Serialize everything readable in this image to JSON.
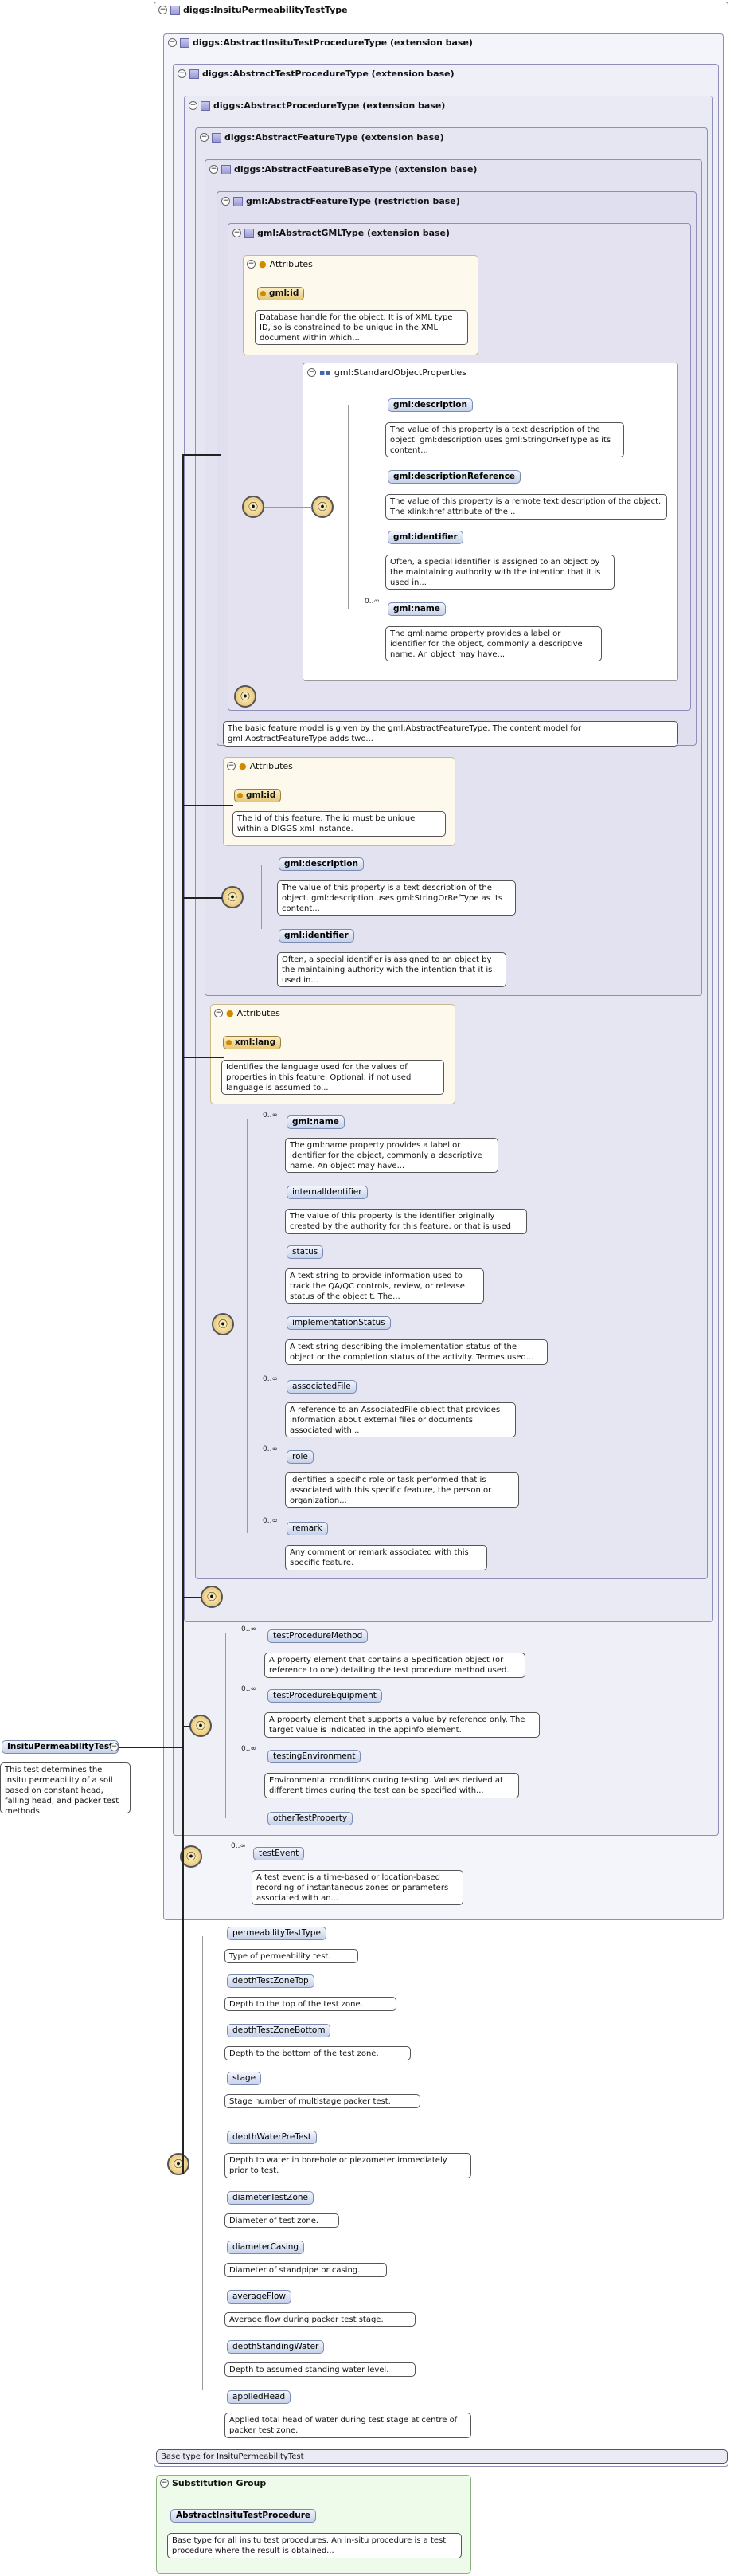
{
  "root": {
    "title": "diggs:InsituPermeabilityTestType"
  },
  "boxes": {
    "b1": "diggs:AbstractInsituTestProcedureType (extension base)",
    "b2": "diggs:AbstractTestProcedureType (extension base)",
    "b3": "diggs:AbstractProcedureType (extension base)",
    "b4": "diggs:AbstractFeatureType (extension base)",
    "b5": "diggs:AbstractFeatureBaseType (extension base)",
    "b6": "gml:AbstractFeatureType (restriction base)",
    "b7": "gml:AbstractGMLType (extension base)",
    "sop": "gml:StandardObjectProperties"
  },
  "labels": {
    "attributes": "Attributes",
    "subst": "Substitution Group",
    "many": "0..∞"
  },
  "gmlType": {
    "id": {
      "name": "gml:id",
      "doc": "Database handle for the object. It is of XML type ID, so is constrained to be unique in the XML document within which..."
    },
    "items": [
      {
        "name": "gml:description",
        "doc": "The value of this property is a text description of the object. gml:description uses gml:StringOrRefType as its content..."
      },
      {
        "name": "gml:descriptionReference",
        "doc": "The value of this property is a remote text description of the object. The xlink:href attribute of the..."
      },
      {
        "name": "gml:identifier",
        "doc": "Often, a special identifier is assigned to an object by the maintaining authority with the intention that it is used in..."
      },
      {
        "name": "gml:name",
        "doc": "The gml:name property provides a label or identifier for the object, commonly a descriptive name. An object may have..."
      }
    ]
  },
  "gmlFeatureDoc": "The basic feature model is given by the gml:AbstractFeatureType. The content model for gml:AbstractFeatureType adds two...",
  "featureBase": {
    "id": {
      "name": "gml:id",
      "doc": "The id of this feature. The id must be unique within a DIGGS xml instance."
    },
    "items": [
      {
        "name": "gml:description",
        "doc": "The value of this property is a text description of the object. gml:description uses gml:StringOrRefType as its content..."
      },
      {
        "name": "gml:identifier",
        "doc": "Often, a special identifier is assigned to an object by the maintaining authority with the intention that it is used in..."
      }
    ]
  },
  "feature": {
    "lang": {
      "name": "xml:lang",
      "doc": "Identifies the language used for the values of properties in this feature. Optional; if not used language is assumed to..."
    },
    "items": [
      {
        "name": "gml:name",
        "doc": "The gml:name property provides a label or identifier for the object, commonly a descriptive name. An object may have..."
      },
      {
        "name": "internalIdentifier",
        "doc": "The value of this property is the identifier originally created by the authority for this feature, or that is used as..."
      },
      {
        "name": "status",
        "doc": "A text string to provide information used to track the QA/QC controls, review, or release status of the object t. The..."
      },
      {
        "name": "implementationStatus",
        "doc": "A text string describing the implementation status of the object or the completion status of the activity. Termes used..."
      },
      {
        "name": "associatedFile",
        "doc": "A reference to an AssociatedFile object that provides information about external files or documents associated with..."
      },
      {
        "name": "role",
        "doc": "Identifies a specific role or task performed that is associated with this specific feature, the person or organization..."
      },
      {
        "name": "remark",
        "doc": "Any comment or remark associated with this specific feature."
      }
    ]
  },
  "testProc": {
    "items": [
      {
        "name": "testProcedureMethod",
        "doc": "A property element that contains a Specification object (or reference to one) detailing the test procedure method used."
      },
      {
        "name": "testProcedureEquipment",
        "doc": "A property element that supports a value by reference only. The target value is indicated in the appinfo element."
      },
      {
        "name": "testingEnvironment",
        "doc": "Environmental conditions during testing. Values derived at different times during the test can be specified with..."
      },
      {
        "name": "otherTestProperty",
        "doc": ""
      }
    ]
  },
  "testEvent": {
    "name": "testEvent",
    "doc": "A test event is a time-based or location-based recording of instantaneous zones or parameters associated with an..."
  },
  "permeability": {
    "items": [
      {
        "name": "permeabilityTestType",
        "doc": "Type of permeability test."
      },
      {
        "name": "depthTestZoneTop",
        "doc": "Depth to the top of the test zone."
      },
      {
        "name": "depthTestZoneBottom",
        "doc": "Depth to the bottom of the test zone."
      },
      {
        "name": "stage",
        "doc": "Stage number of multistage packer test."
      },
      {
        "name": "depthWaterPreTest",
        "doc": "Depth to water in borehole or piezometer immediately prior to test."
      },
      {
        "name": "diameterTestZone",
        "doc": "Diameter of test zone."
      },
      {
        "name": "diameterCasing",
        "doc": "Diameter of standpipe or casing."
      },
      {
        "name": "averageFlow",
        "doc": "Average flow during packer test stage."
      },
      {
        "name": "depthStandingWater",
        "doc": "Depth to assumed standing water level."
      },
      {
        "name": "appliedHead",
        "doc": "Applied total head of water during test stage at centre of packer test zone."
      }
    ]
  },
  "baseTypeDoc": "Base type for InsituPermeabilityTest",
  "mainElement": {
    "name": "InsituPermeabilityTest",
    "doc": "This test determines the insitu permeability of a soil based on constant head, falling head, and packer test methods."
  },
  "substitution": {
    "name": "AbstractInsituTestProcedure",
    "doc": "Base type for all insitu test procedures. An in-situ procedure is a test procedure where the result is obtained..."
  }
}
